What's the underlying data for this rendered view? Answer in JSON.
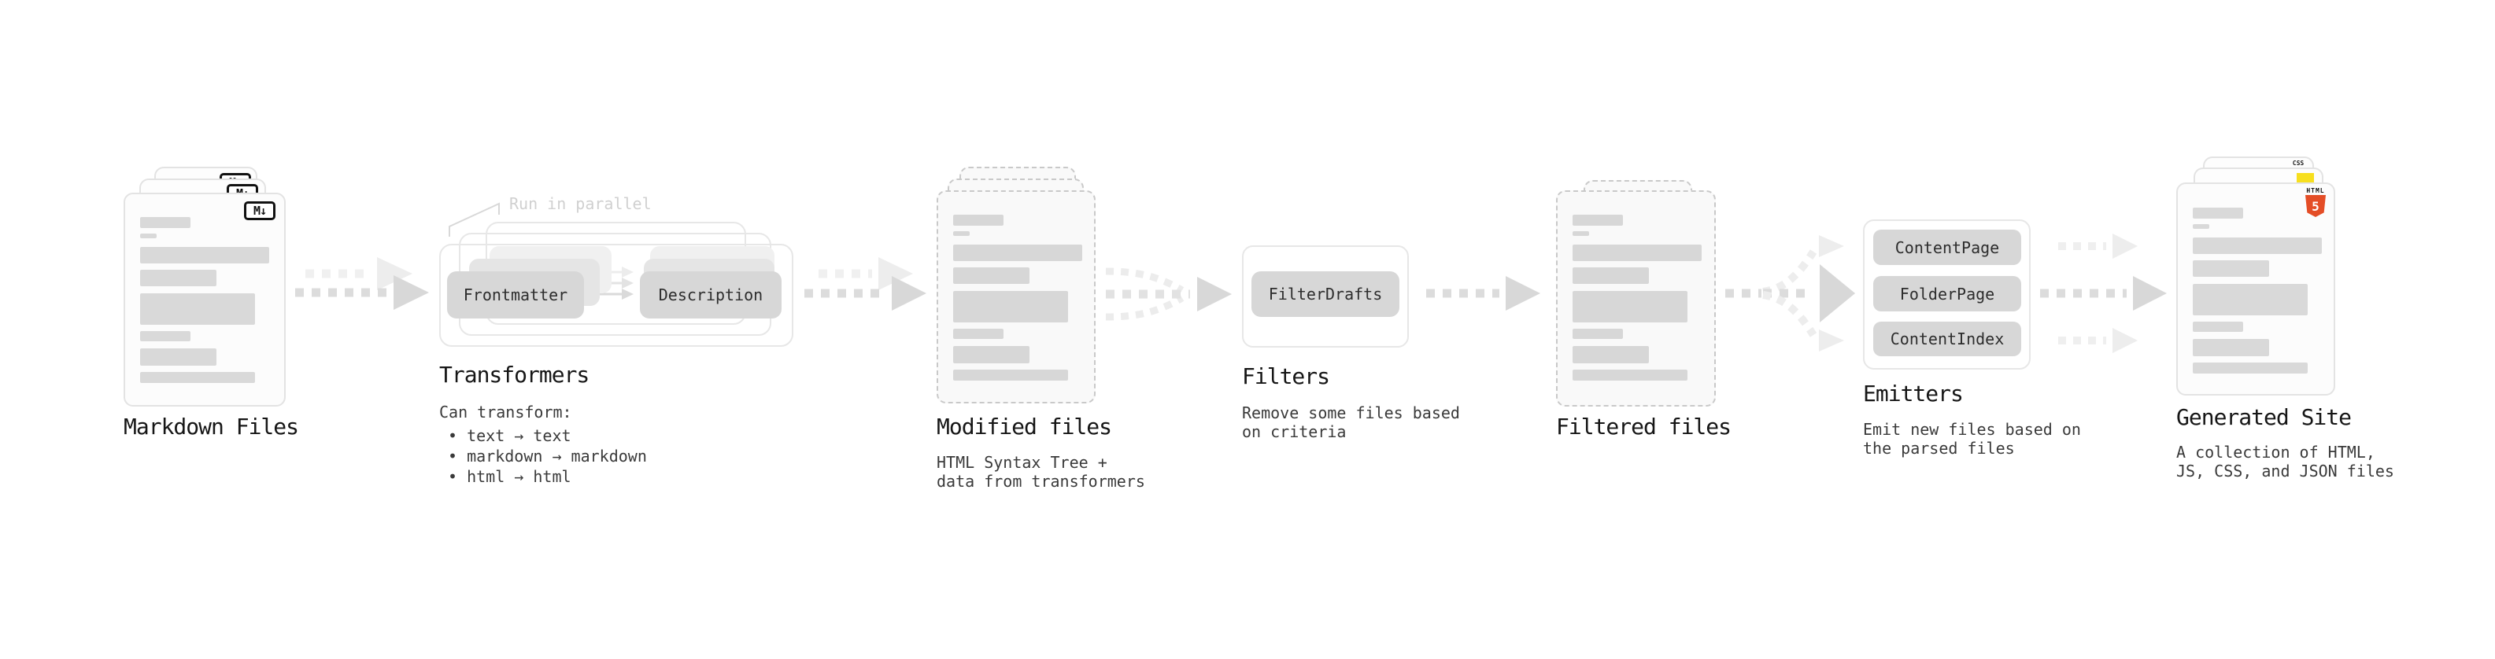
{
  "stages": {
    "markdown_files": {
      "label": "Markdown Files",
      "file_icon": "M↓"
    },
    "transformers": {
      "label": "Transformers",
      "note": "Run in parallel",
      "pill_left": "Frontmatter",
      "pill_right": "Description",
      "desc_title": "Can transform:",
      "bullets": [
        "• text → text",
        "• markdown → markdown",
        "• html → html"
      ]
    },
    "modified_files": {
      "label": "Modified files",
      "desc_lines": [
        "HTML Syntax Tree +",
        "data from transformers"
      ]
    },
    "filters": {
      "label": "Filters",
      "pill": "FilterDrafts",
      "desc_lines": [
        "Remove some files based",
        "on criteria"
      ]
    },
    "filtered_files": {
      "label": "Filtered files"
    },
    "emitters": {
      "label": "Emitters",
      "pills": [
        "ContentPage",
        "FolderPage",
        "ContentIndex"
      ],
      "desc_lines": [
        "Emit new files based on",
        "the parsed files"
      ]
    },
    "generated_site": {
      "label": "Generated Site",
      "desc_lines": [
        "A collection of HTML,",
        "JS, CSS, and JSON files"
      ],
      "badges": {
        "css": "CSS",
        "html_label": "HTML",
        "html_number": "5"
      }
    }
  },
  "colors": {
    "html5_orange": "#e44d26",
    "js_yellow": "#f7df1e",
    "css_blue": "#2760e8",
    "skeleton_gray": "#d9d9d9",
    "pill_gray": "#d7d7d7",
    "arrow_gray": "#d8d8d8"
  }
}
